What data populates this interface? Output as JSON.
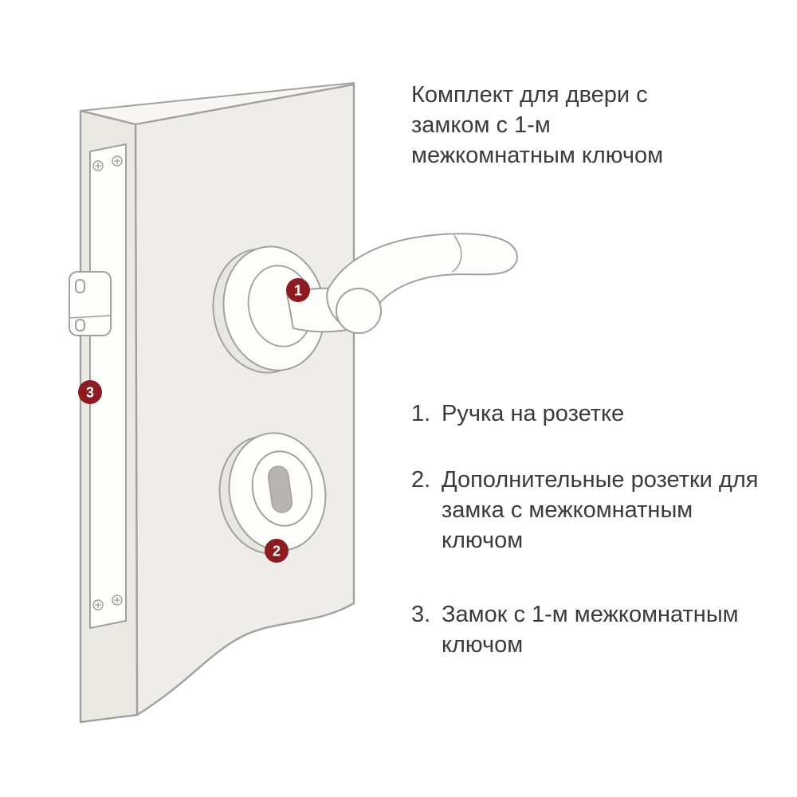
{
  "title": {
    "text": "Комплект для двери с\nзамком с 1-м\nмежкомнатным ключом"
  },
  "legend": {
    "items": [
      {
        "number": "1.",
        "text": "Ручка на розетке"
      },
      {
        "number": "2.",
        "text": "Дополнительные розетки для\nзамка с межкомнатным\nключом"
      },
      {
        "number": "3.",
        "text": "Замок с 1-м межкомнатным\nключом"
      }
    ]
  },
  "markers": [
    {
      "label": "1"
    },
    {
      "label": "2"
    },
    {
      "label": "3"
    }
  ],
  "colors": {
    "marker": "#8d1b22",
    "line": "#a3a19d",
    "text": "#3b3b3b"
  }
}
